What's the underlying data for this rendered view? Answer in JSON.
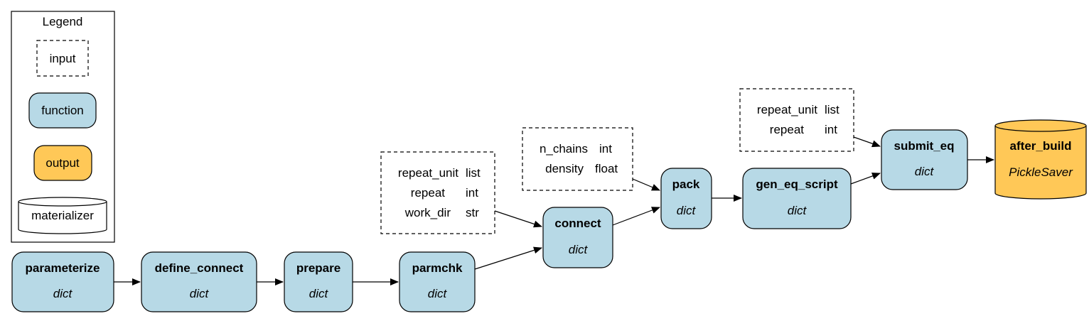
{
  "colors": {
    "function": "#b7d9e6",
    "output": "#ffc857",
    "stroke": "#000000"
  },
  "legend": {
    "title": "Legend",
    "input": "input",
    "function": "function",
    "output": "output",
    "materializer": "materializer"
  },
  "nodes": {
    "parameterize": {
      "name": "parameterize",
      "type": "dict"
    },
    "define_connect": {
      "name": "define_connect",
      "type": "dict"
    },
    "prepare": {
      "name": "prepare",
      "type": "dict"
    },
    "parmchk": {
      "name": "parmchk",
      "type": "dict"
    },
    "connect": {
      "name": "connect",
      "type": "dict"
    },
    "pack": {
      "name": "pack",
      "type": "dict"
    },
    "gen_eq_script": {
      "name": "gen_eq_script",
      "type": "dict"
    },
    "submit_eq": {
      "name": "submit_eq",
      "type": "dict"
    },
    "after_build": {
      "name": "after_build",
      "type": "PickleSaver"
    }
  },
  "inputs": {
    "connect_inputs": [
      {
        "name": "repeat_unit",
        "type": "list"
      },
      {
        "name": "repeat",
        "type": "int"
      },
      {
        "name": "work_dir",
        "type": "str"
      }
    ],
    "pack_inputs": [
      {
        "name": "n_chains",
        "type": "int"
      },
      {
        "name": "density",
        "type": "float"
      }
    ],
    "submit_inputs": [
      {
        "name": "repeat_unit",
        "type": "list"
      },
      {
        "name": "repeat",
        "type": "int"
      }
    ]
  }
}
